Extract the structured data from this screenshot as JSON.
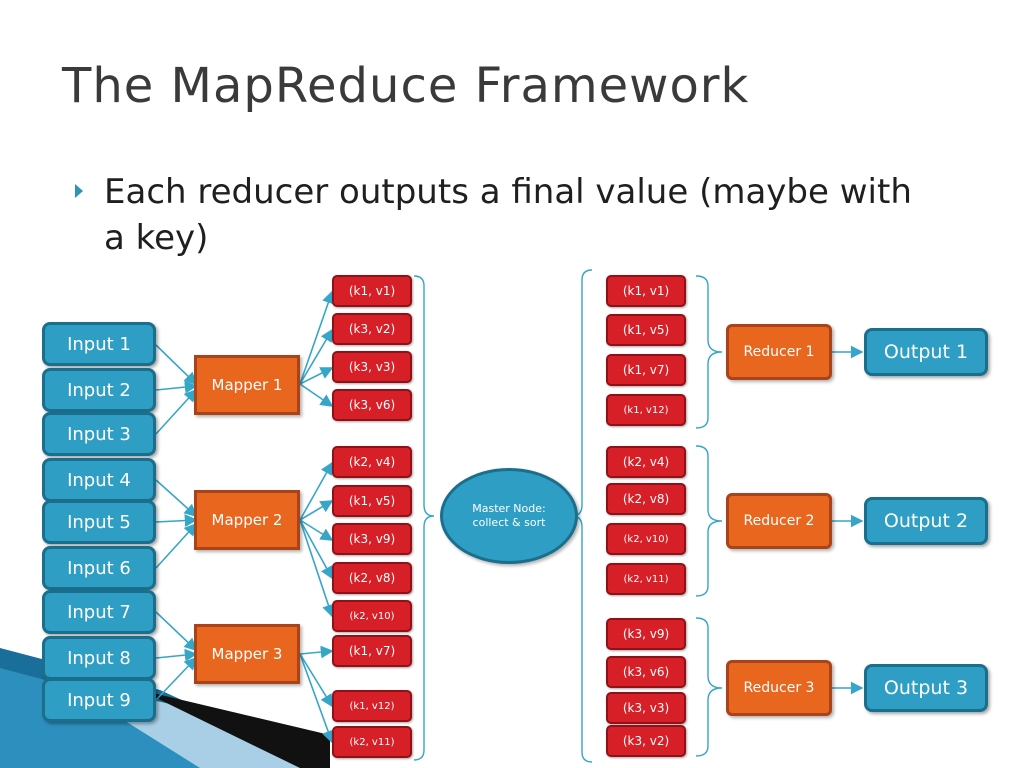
{
  "slide": {
    "title": "The MapReduce Framework",
    "bullet": "Each reducer outputs a final value (maybe with a key)"
  },
  "colors": {
    "input_fill": "#2e9ec4",
    "mapper_fill": "#e8661e",
    "pair_fill": "#d71f28",
    "arrow": "#35a6c8"
  },
  "inputs": [
    "Input 1",
    "Input 2",
    "Input 3",
    "Input 4",
    "Input 5",
    "Input 6",
    "Input 7",
    "Input 8",
    "Input 9"
  ],
  "mappers": [
    "Mapper 1",
    "Mapper 2",
    "Mapper 3"
  ],
  "map_pairs": [
    "(k1, v1)",
    "(k3, v2)",
    "(k3, v3)",
    "(k3, v6)",
    "(k2, v4)",
    "(k1, v5)",
    "(k3, v9)",
    "(k2, v8)",
    "(k2, v10)",
    "(k1, v7)",
    "(k1, v12)",
    "(k2, v11)"
  ],
  "master_node": {
    "line1": "Master Node:",
    "line2": "collect & sort"
  },
  "sorted_pairs": [
    "(k1, v1)",
    "(k1, v5)",
    "(k1, v7)",
    "(k1, v12)",
    "(k2, v4)",
    "(k2, v8)",
    "(k2, v10)",
    "(k2, v11)",
    "(k3, v9)",
    "(k3, v6)",
    "(k3, v3)",
    "(k3, v2)"
  ],
  "reducers": [
    "Reducer 1",
    "Reducer 2",
    "Reducer 3"
  ],
  "outputs": [
    "Output 1",
    "Output 2",
    "Output 3"
  ]
}
